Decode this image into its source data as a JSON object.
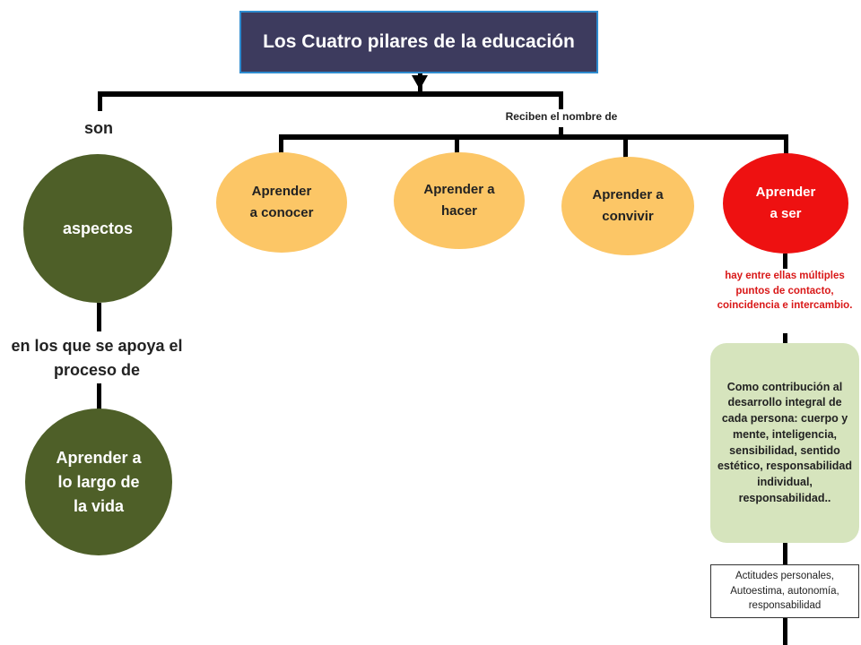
{
  "title": "Los Cuatro pilares de la educación",
  "labels": {
    "son": "son",
    "reciben": "Reciben el nombre de",
    "apoya": "en los que se apoya el proceso de"
  },
  "left": {
    "aspectos": "aspectos",
    "aprender_vida": "Aprender a lo largo de la vida"
  },
  "pillars": [
    "Aprender a conocer",
    "Aprender a hacer",
    "Aprender a convivir",
    "Aprender a ser"
  ],
  "ser_note": "hay entre ellas múltiples puntos de contacto, coincidencia e intercambio.",
  "contribution": "Como contribución al desarrollo integral de cada persona: cuerpo y mente, inteligencia, sensibilidad, sentido estético, responsabilidad individual, responsabilidad..",
  "attitudes": "Actitudes personales, Autoestima, autonomía, responsabilidad",
  "colors": {
    "title_bg": "#3d3b5e",
    "title_border": "#2e8bcf",
    "dark_green": "#4e5f28",
    "orange": "#fcc666",
    "red": "#ee1111",
    "light_green": "#d6e4bd",
    "red_text": "#d91818"
  }
}
